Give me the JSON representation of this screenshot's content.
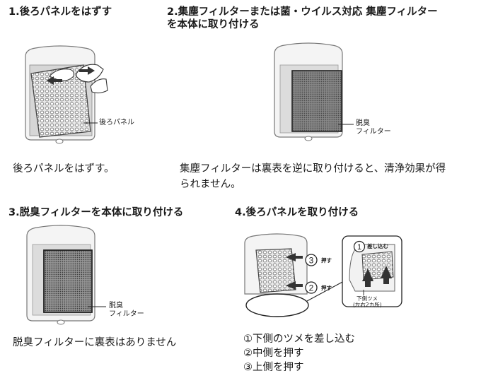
{
  "steps": [
    {
      "title": "1.後ろパネルをはずす",
      "callout": "後ろパネル",
      "description": "後ろパネルをはずす。"
    },
    {
      "title_line1": "2.集塵フィルターまたは菌・ウイルス対応 集塵フィルター",
      "title_line2": "を本体に取り付ける",
      "callout_line1": "脱臭",
      "callout_line2": "フィルター",
      "description_line1": "集塵フィルターは裏表を逆に取り付けると、清浄効果が得",
      "description_line2": "られません。"
    },
    {
      "title": "3.脱臭フィルターを本体に取り付ける",
      "callout_line1": "脱臭",
      "callout_line2": "フィルター",
      "description": "脱臭フィルターに裏表はありません"
    },
    {
      "title": "4.後ろパネルを取り付ける",
      "push_label_3": "押す",
      "push_label_2": "押す",
      "inset_label": "差し込む",
      "claw_label_line1": "下側ツメ",
      "claw_label_line2": "(左右2カ所)",
      "instructions": [
        "①下側のツメを差し込む",
        "②中側を押す",
        "③上側を押す"
      ]
    }
  ]
}
